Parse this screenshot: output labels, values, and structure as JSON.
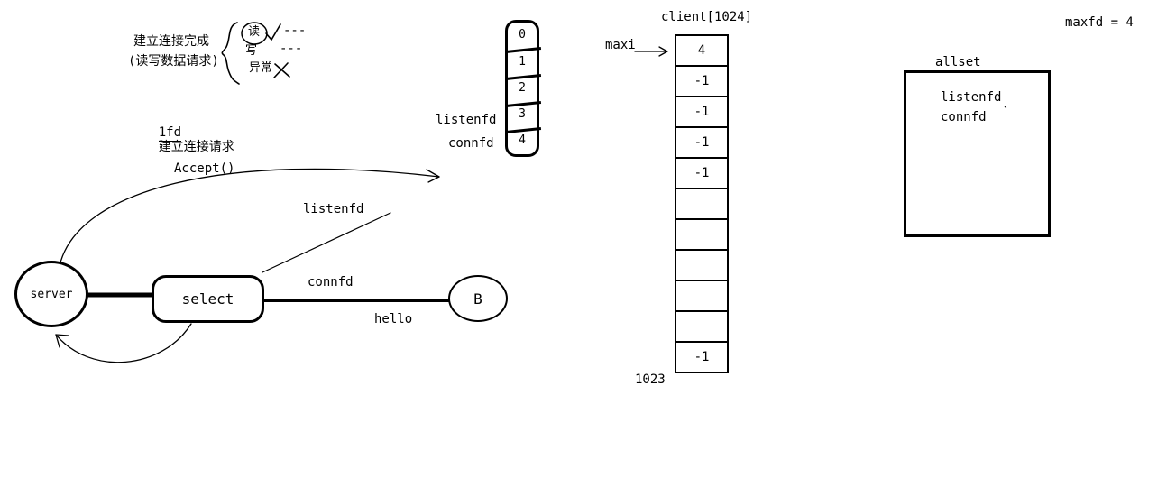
{
  "colors": {
    "ink": "#000000",
    "background": "#ffffff"
  },
  "notes": {
    "connect_done_line1": "建立连接完成",
    "connect_done_line2": "(读写数据请求)",
    "event_read": "读",
    "event_write": "写",
    "event_exception": "异常",
    "dash_top": "---",
    "dash_mid": "---",
    "lfd_label": "1fd",
    "lfd_text": "建立连接请求",
    "accept_label": "Accept()"
  },
  "fd_array": {
    "cells": [
      "0",
      "1",
      "2",
      "3",
      "4"
    ],
    "listenfd_label": "listenfd",
    "connfd_label": "connfd"
  },
  "topology": {
    "server_label": "server",
    "select_label": "select",
    "client_b_label": "B",
    "listenfd_label": "listenfd",
    "connfd_label": "connfd",
    "hello_label": "hello"
  },
  "client_array": {
    "title": "client[1024]",
    "maxi_label": "maxi",
    "last_index_label": "1023",
    "cells": [
      "4",
      "-1",
      "-1",
      "-1",
      "-1",
      "",
      "",
      "",
      "",
      "",
      "-1"
    ]
  },
  "allset": {
    "title": "allset",
    "items": [
      "listenfd",
      "connfd"
    ],
    "tick": "`"
  },
  "maxfd_label": "maxfd = 4"
}
